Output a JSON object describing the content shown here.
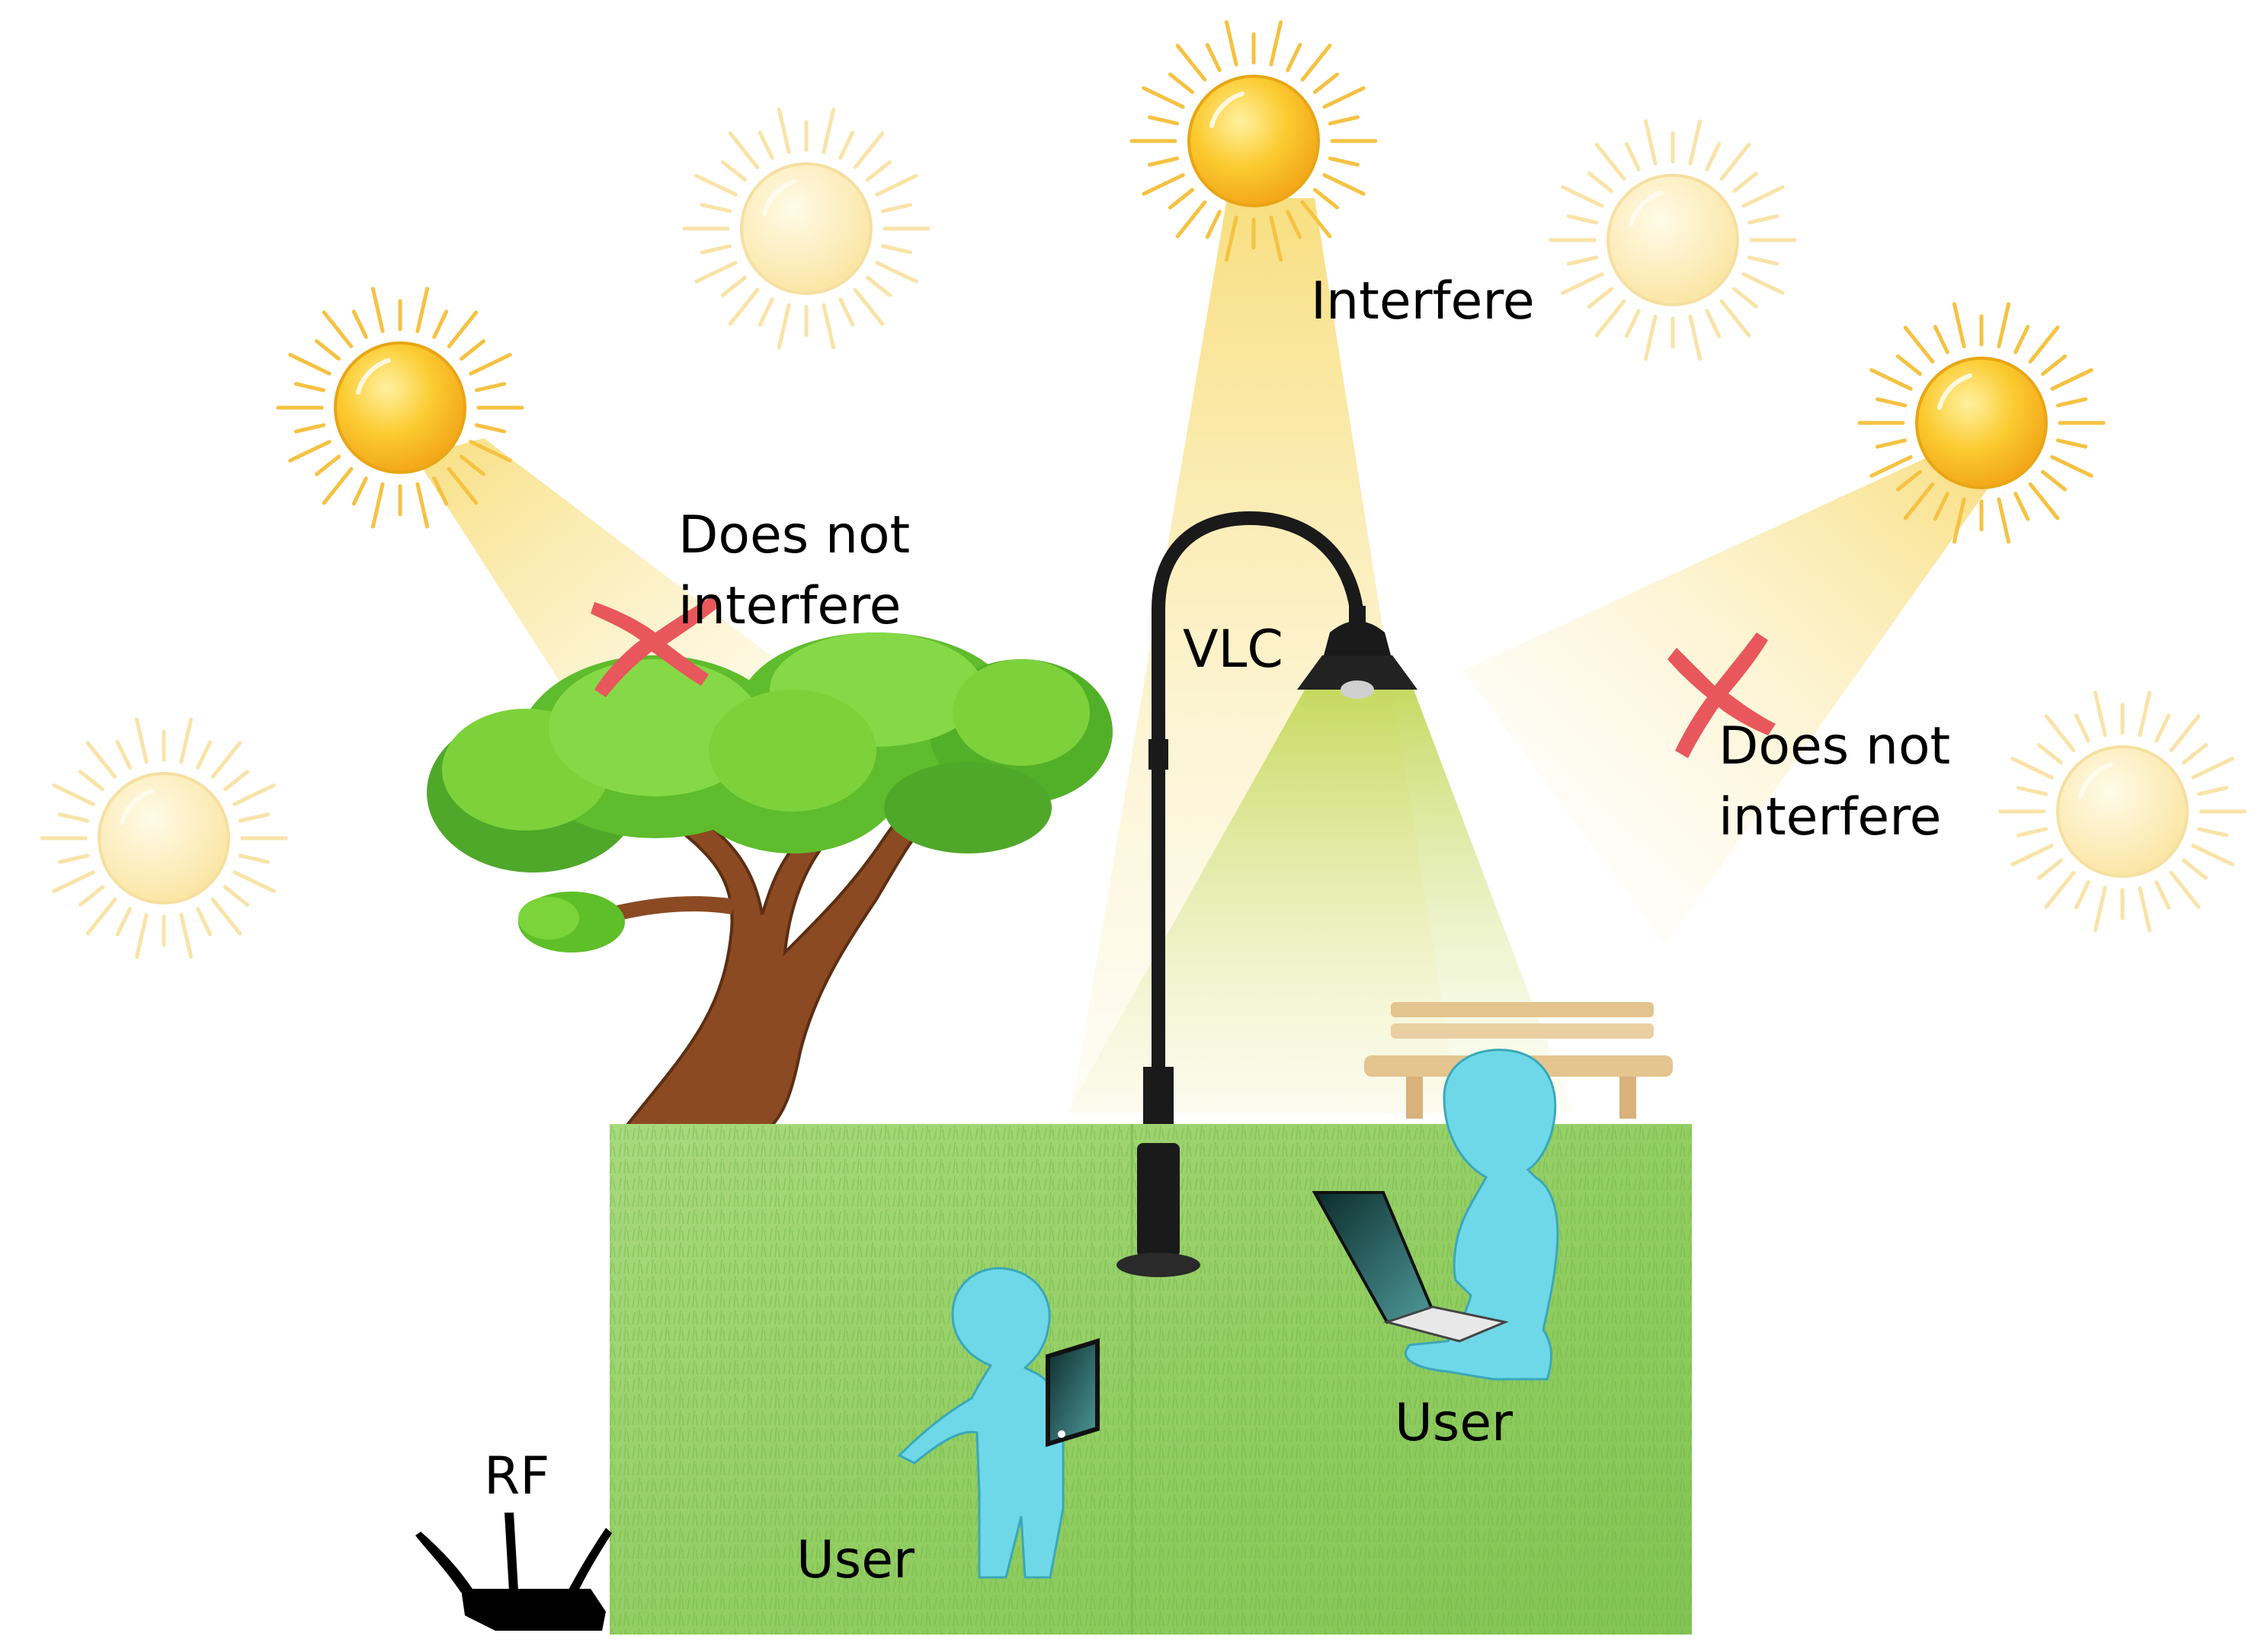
{
  "labels": {
    "interfere": "Interfere",
    "does_not_interfere_left_line1": "Does not",
    "does_not_interfere_left_line2": "interfere",
    "does_not_interfere_right_line1": "Does not",
    "does_not_interfere_right_line2": "interfere",
    "vlc": "VLC",
    "rf": "RF",
    "user_child": "User",
    "user_laptop": "User"
  },
  "colors": {
    "sun_bright": "#FBC531",
    "sun_faded": "#FBE9B0",
    "sun_ray": "#F5C242",
    "beam": "#F7E07A",
    "lamp_beam": "#C9DC6B",
    "cross": "#E8575B",
    "grass": "#8DCB5E",
    "foliage": "#6DCB2E",
    "trunk": "#8B4A22",
    "user": "#6FD8E8",
    "lamp_post": "#1a1a1a",
    "bench": "#E8CFA0",
    "text": "#000000"
  },
  "icons": {
    "suns": [
      "sun-icon"
    ],
    "tree": "tree-icon",
    "lamp": "street-lamp-icon",
    "router": "router-icon",
    "bench": "bench-icon",
    "tablet": "tablet-icon",
    "laptop": "laptop-icon",
    "cross": "cross-icon"
  }
}
